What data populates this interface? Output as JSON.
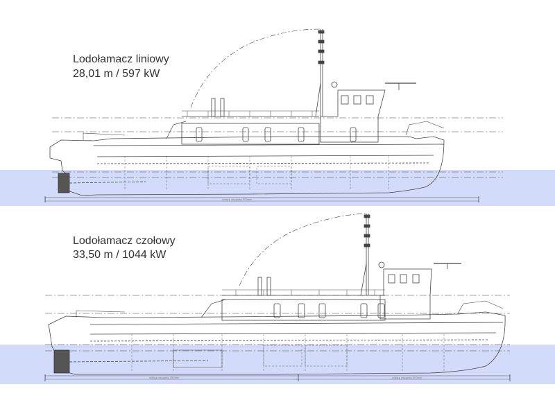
{
  "top": {
    "title_line1": "Lodołamacz liniowy",
    "title_line2": "28,01 m / 597 kW",
    "scale_label": "odstęp wręgowy 500mm"
  },
  "bottom": {
    "title_line1": "Lodołamacz czołowy",
    "title_line2": "33,50 m / 1044 kW",
    "scale_label_aft": "odstęp wręgowy 450mm",
    "scale_label_fwd": "odstęp wręgowy 500mm"
  },
  "colors": {
    "water_band": "#d3dbfa",
    "line": "#444444"
  }
}
